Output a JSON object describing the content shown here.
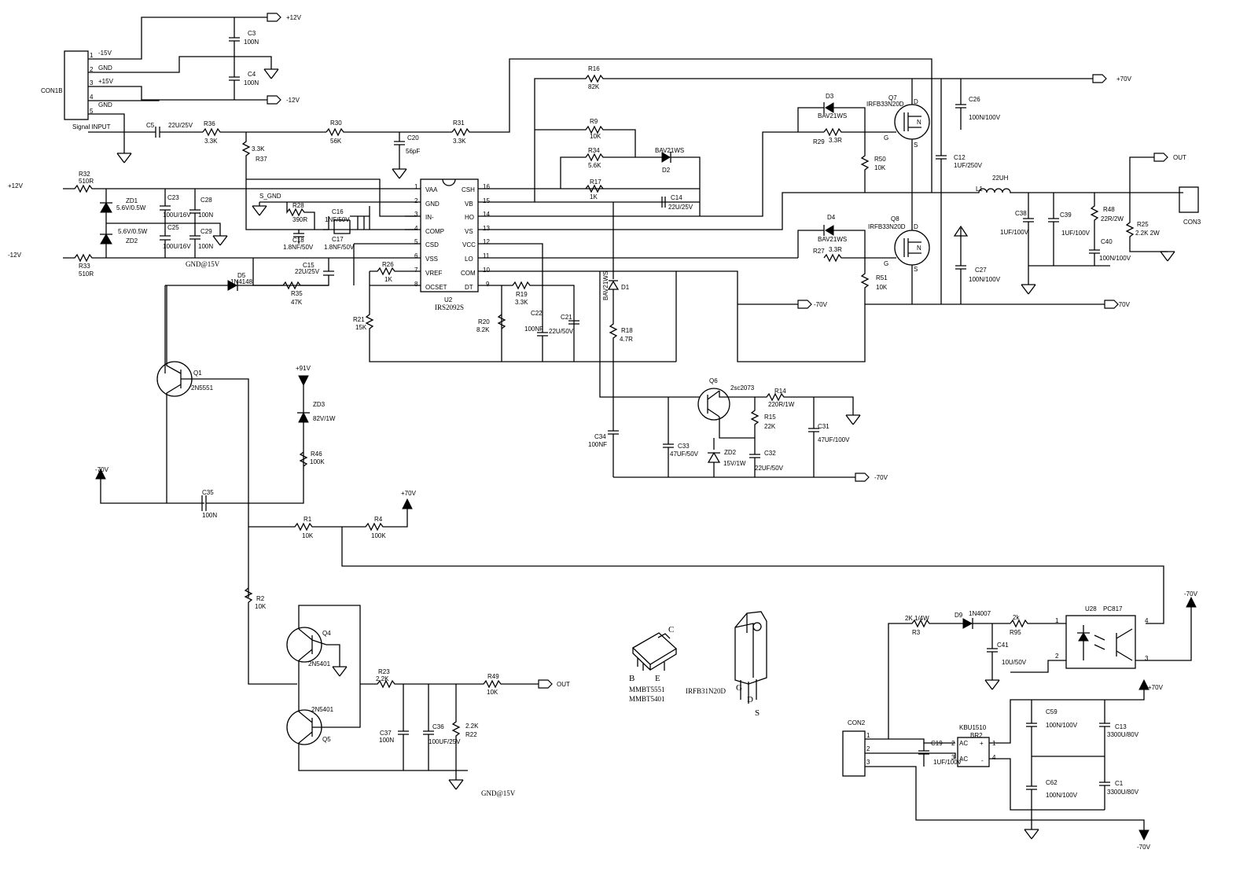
{
  "labels": {
    "p12v": "+12V",
    "m12v": "-12V",
    "c3": "C3",
    "c3v": "100N",
    "c4": "C4",
    "c4v": "100N",
    "con1b": "CON1B",
    "con1b_pins": [
      "1",
      "2",
      "3",
      "4",
      "5"
    ],
    "con1b_nets": [
      "-15V",
      "GND",
      "+15V",
      "GND"
    ],
    "signal_input": "Signal INPUT",
    "c5": "C5",
    "c5v": "22U/25V",
    "r36": "R36",
    "r36v": "3.3K",
    "r30": "R30",
    "r30v": "56K",
    "c20": "C20",
    "c20v": "56pF",
    "r31": "R31",
    "r31v": "3.3K",
    "r37": "R37",
    "r37v": "3.3K",
    "r16": "R16",
    "r16v": "82K",
    "r9": "R9",
    "r9v": "10K",
    "r34": "R34",
    "r34v": "5.6K",
    "d2": "D2",
    "d2v": "BAV21WS",
    "r17": "R17",
    "r17v": "1K",
    "c14": "C14",
    "c14v": "22U/25V",
    "d3": "D3",
    "d3v": "BAV21WS",
    "r29": "R29",
    "r29v": "3.3R",
    "q7": "Q7",
    "q7v": "IRFB33N20D",
    "r50": "R50",
    "r50v": "10K",
    "c26": "C26",
    "c26v": "100N/100V",
    "c12": "C12",
    "c12v": "1UF/250V",
    "p70v": "+70V",
    "m70v": "-70V",
    "out": "OUT",
    "l1": "L1",
    "l1v": "22UH",
    "con3": "CON3",
    "c38": "C38",
    "c38v": "1UF/100V",
    "c39": "C39",
    "c39v": "1UF/100V",
    "r48": "R48",
    "r48v": "22R/2W",
    "c40": "C40",
    "c40v": "100N/100V",
    "r25": "R25",
    "r25v": "2.2K 2W",
    "d4": "D4",
    "d4v": "BAV21WS",
    "r27": "R27",
    "r27v": "3.3R",
    "q8": "Q8",
    "q8v": "IRFB33N20D",
    "r51": "R51",
    "r51v": "10K",
    "c27": "C27",
    "c27v": "100N/100V",
    "r32": "R32",
    "r32v": "510R",
    "r33": "R33",
    "r33v": "510R",
    "zd1": "ZD1",
    "zd1v": "5.6V/0.5W",
    "zd2": "ZD2",
    "zd2v": "5.6V/0.5W",
    "c23": "C23",
    "c23v": "100U/16V",
    "c28": "C28",
    "c28v": "100N",
    "c25": "C25",
    "c25v": "100U/16V",
    "c29": "C29",
    "c29v": "100N",
    "gnd15": "GND@15V",
    "s_gnd": "S_GND",
    "r28": "R28",
    "r28v": "390R",
    "c18": "C18",
    "c18v": "1.8NF/50V",
    "c16": "C16",
    "c16v": "1NF/50V",
    "c17": "C17",
    "c17v": "1.8NF/50V",
    "c15": "C15",
    "c15v": "22U/25V",
    "r26": "R26",
    "r26v": "1K",
    "u2": "U2",
    "u2v": "IRS2092S",
    "u2_left": [
      "VAA",
      "GND",
      "IN-",
      "COMP",
      "CSD",
      "VSS",
      "VREF",
      "OCSET"
    ],
    "u2_left_num": [
      "1",
      "2",
      "3",
      "4",
      "5",
      "6",
      "7",
      "8"
    ],
    "u2_right": [
      "CSH",
      "VB",
      "HO",
      "VS",
      "VCC",
      "LO",
      "COM",
      "DT"
    ],
    "u2_right_num": [
      "16",
      "15",
      "14",
      "13",
      "12",
      "11",
      "10",
      "9"
    ],
    "d5": "D5",
    "d5v": "1N4148",
    "r35": "R35",
    "r35v": "47K",
    "r21": "R21",
    "r21v": "15K",
    "r20": "R20",
    "r20v": "8.2K",
    "r19": "R19",
    "r19v": "3.3K",
    "c22": "C22",
    "c22v": "100NF",
    "c21": "C21",
    "c21v": "22U/50V",
    "d1": "D1",
    "d1v": "BAV21WS",
    "r18": "R18",
    "r18v": "4.7R",
    "q1": "Q1",
    "q1v": "2N5551",
    "p91v": "+91V",
    "zd3": "ZD3",
    "zd3v": "82V/1W",
    "r46": "R46",
    "r46v": "100K",
    "c35": "C35",
    "c35v": "100N",
    "r1": "R1",
    "r1v": "10K",
    "r4": "R4",
    "r4v": "100K",
    "q6": "Q6",
    "q6v": "2sc2073",
    "r14": "R14",
    "r14v": "220R/1W",
    "r15": "R15",
    "r15v": "22K",
    "c34": "C34",
    "c34v": "100NF",
    "c33": "C33",
    "c33v": "47UF/50V",
    "zd22": "ZD2",
    "zd22v": "15V/1W",
    "c32": "C32",
    "c32v": "22UF/50V",
    "c31": "C31",
    "c31v": "47UF/100V",
    "r2": "R2",
    "r2v": "10K",
    "q4": "Q4",
    "q4v": "2N5401",
    "q5": "Q5",
    "q5v": "2N5401",
    "r23": "R23",
    "r23v": "2.2K",
    "r49": "R49",
    "r49v": "10K",
    "c37": "C37",
    "c37v": "100N",
    "c36": "C36",
    "c36v": "100UF/25V",
    "r22": "R22",
    "r22v": "2.2K",
    "pkg_c": "C",
    "pkg_b": "B",
    "pkg_e": "E",
    "pkg_mmbt5551": "MMBT5551",
    "pkg_mmbt5401": "MMBT5401",
    "pkg_irfb": "IRFB31N20D",
    "pkg_g": "G",
    "pkg_d": "D",
    "pkg_s": "S",
    "r3": "R3",
    "r3v": "2K 1/4W",
    "d9": "D9",
    "d9v": "1N4007",
    "r95": "R95",
    "r95v": "2k",
    "c41": "C41",
    "c41v": "10U/50V",
    "u28": "U28",
    "u28v": "PC817",
    "u28_pins": [
      "1",
      "2",
      "3",
      "4"
    ],
    "con2": "CON2",
    "con2_pins": [
      "1",
      "2",
      "3"
    ],
    "c19": "C19",
    "c19v": "1UF/100V",
    "br2": "BR2",
    "br2v": "KBU1510",
    "br2_pins": [
      "2",
      "3",
      "1",
      "4"
    ],
    "br2_ac": "AC",
    "br2_plus": "+",
    "br2_minus": "-",
    "c59": "C59",
    "c59v": "100N/100V",
    "c62": "C62",
    "c62v": "100N/100V",
    "c13": "C13",
    "c13v": "3300U/80V",
    "c1": "C1",
    "c1v": "3300U/80V",
    "qpin_d": "D",
    "qpin_s": "S",
    "qpin_g": "G",
    "qpin_n": "N"
  }
}
